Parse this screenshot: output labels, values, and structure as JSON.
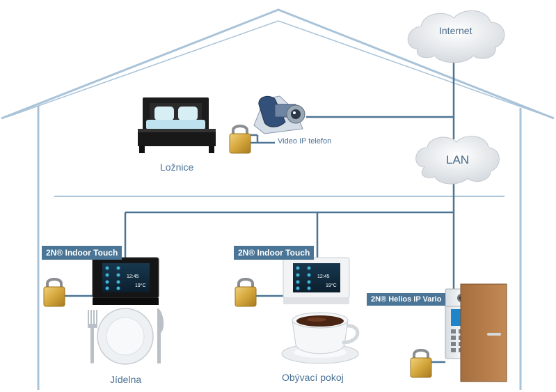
{
  "clouds": {
    "internet": "Internet",
    "lan": "LAN"
  },
  "rooms": {
    "bedroom": "Ložnice",
    "dining": "Jídelna",
    "living": "Obývací pokoj"
  },
  "devices": {
    "video_phone": "Video IP telefon",
    "indoor_touch_left": "2N® Indoor Touch",
    "indoor_touch_right": "2N® Indoor Touch",
    "helios": "2N® Helios IP Vario"
  },
  "screens": {
    "time": "12:45",
    "temperature": "19°C"
  },
  "colors": {
    "house_outline": "#a9c3d8",
    "network_line": "#4a7596",
    "tag_background": "#4a7596",
    "room_label": "#4a7196",
    "door": "#b07a4a",
    "lock_gold": "#d4a63c"
  }
}
